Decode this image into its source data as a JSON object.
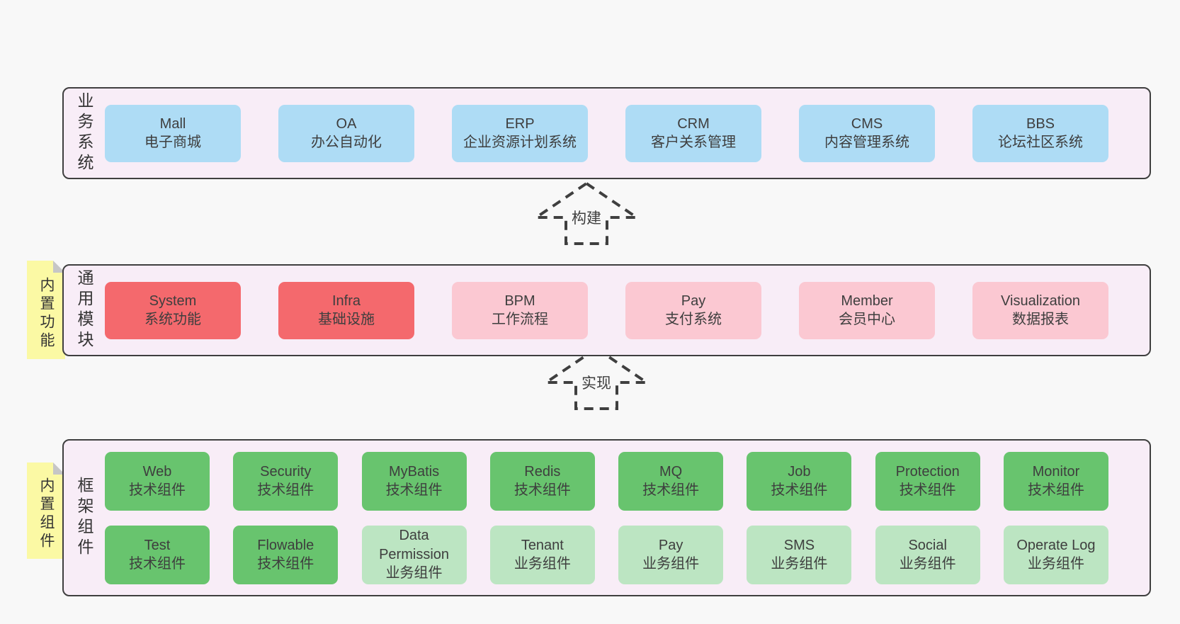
{
  "colors": {
    "page_bg": "#f8f8f8",
    "panel_bg": "#f8edf7",
    "panel_border": "#3f3f3f",
    "blue_box": "#aedcf5",
    "red_box": "#f4696d",
    "pink_box": "#fbc8d2",
    "green_box": "#68c46e",
    "light_green_box": "#bce5c2",
    "sticky_yellow": "#fbf9a4",
    "sticky_fold_gray": "#c6c6c6",
    "text": "#3e3e3e"
  },
  "arrows": [
    {
      "label": "构建"
    },
    {
      "label": "实现"
    }
  ],
  "stickies": [
    {
      "label": "内置功能"
    },
    {
      "label": "内置组件"
    }
  ],
  "layers": [
    {
      "panel_label": "业务系统",
      "boxes": [
        {
          "name": "Mall",
          "desc": "电子商城"
        },
        {
          "name": "OA",
          "desc": "办公自动化"
        },
        {
          "name": "ERP",
          "desc": "企业资源计划系统"
        },
        {
          "name": "CRM",
          "desc": "客户关系管理"
        },
        {
          "name": "CMS",
          "desc": "内容管理系统"
        },
        {
          "name": "BBS",
          "desc": "论坛社区系统"
        }
      ]
    },
    {
      "panel_label": "通用模块",
      "boxes": [
        {
          "name": "System",
          "desc": "系统功能"
        },
        {
          "name": "Infra",
          "desc": "基础设施"
        },
        {
          "name": "BPM",
          "desc": "工作流程"
        },
        {
          "name": "Pay",
          "desc": "支付系统"
        },
        {
          "name": "Member",
          "desc": "会员中心"
        },
        {
          "name": "Visualization",
          "desc": "数据报表"
        }
      ]
    },
    {
      "panel_label": "框架组件",
      "rows": [
        [
          {
            "name": "Web",
            "desc": "技术组件"
          },
          {
            "name": "Security",
            "desc": "技术组件"
          },
          {
            "name": "MyBatis",
            "desc": "技术组件"
          },
          {
            "name": "Redis",
            "desc": "技术组件"
          },
          {
            "name": "MQ",
            "desc": "技术组件"
          },
          {
            "name": "Job",
            "desc": "技术组件"
          },
          {
            "name": "Protection",
            "desc": "技术组件"
          },
          {
            "name": "Monitor",
            "desc": "技术组件"
          }
        ],
        [
          {
            "name": "Test",
            "desc": "技术组件"
          },
          {
            "name": "Flowable",
            "desc": "技术组件"
          },
          {
            "name": "Data Permission",
            "desc": "业务组件"
          },
          {
            "name": "Tenant",
            "desc": "业务组件"
          },
          {
            "name": "Pay",
            "desc": "业务组件"
          },
          {
            "name": "SMS",
            "desc": "业务组件"
          },
          {
            "name": "Social",
            "desc": "业务组件"
          },
          {
            "name": "Operate Log",
            "desc": "业务组件"
          }
        ]
      ]
    }
  ]
}
